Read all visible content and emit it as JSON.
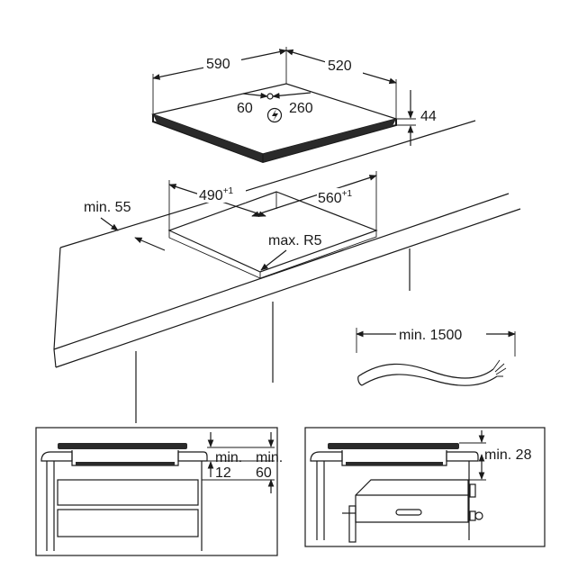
{
  "hob": {
    "width": "590",
    "depth": "520",
    "height": "44",
    "conn_left": "60",
    "conn_right": "260",
    "power_symbol": "lightning-bolt-icon"
  },
  "cutout": {
    "width": "490",
    "width_tol": "+1",
    "depth": "560",
    "depth_tol": "+1",
    "edge_min": "min. 55",
    "corner_radius": "max. R5"
  },
  "cable": {
    "length": "min. 1500"
  },
  "section_left": {
    "gap_top_a": "min.",
    "gap_top_b": "12",
    "gap_drawer_a": "min.",
    "gap_drawer_b": "60"
  },
  "section_right": {
    "gap_oven": "min. 28"
  }
}
